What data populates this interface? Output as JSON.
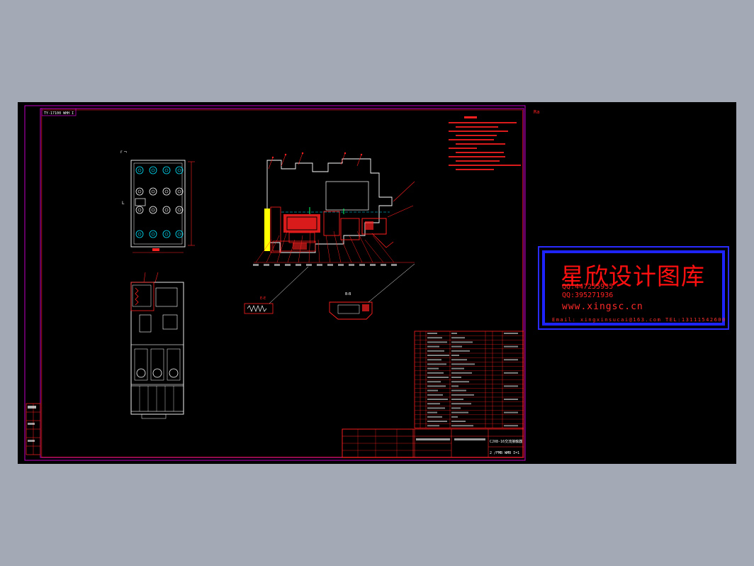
{
  "drawing": {
    "top_label": "TY-17100 WHH  I",
    "corner_mark": "Ra",
    "title_block_name": "CJX8-16交流接触器",
    "title_block_sub": "2  /FMB WMB I=1",
    "section_label_left": "E-E",
    "section_label_right": "B-B"
  },
  "stamp": {
    "title": "星欣设计图库",
    "qq1": "QQ:447255935",
    "qq2": "QQ:395271936",
    "site": "www.xingsc.cn",
    "email": "Email: xingxinsucai@163.com  TEL:13111542600"
  },
  "colors": {
    "background": "#a3aab6",
    "canvas": "#000000",
    "frame": "#c000c0",
    "line": "#ffffff",
    "red": "#ff2020",
    "cyan": "#00e5ff",
    "yellow": "#ffff00",
    "green": "#00ff60",
    "stamp_border": "#2a2cff"
  }
}
